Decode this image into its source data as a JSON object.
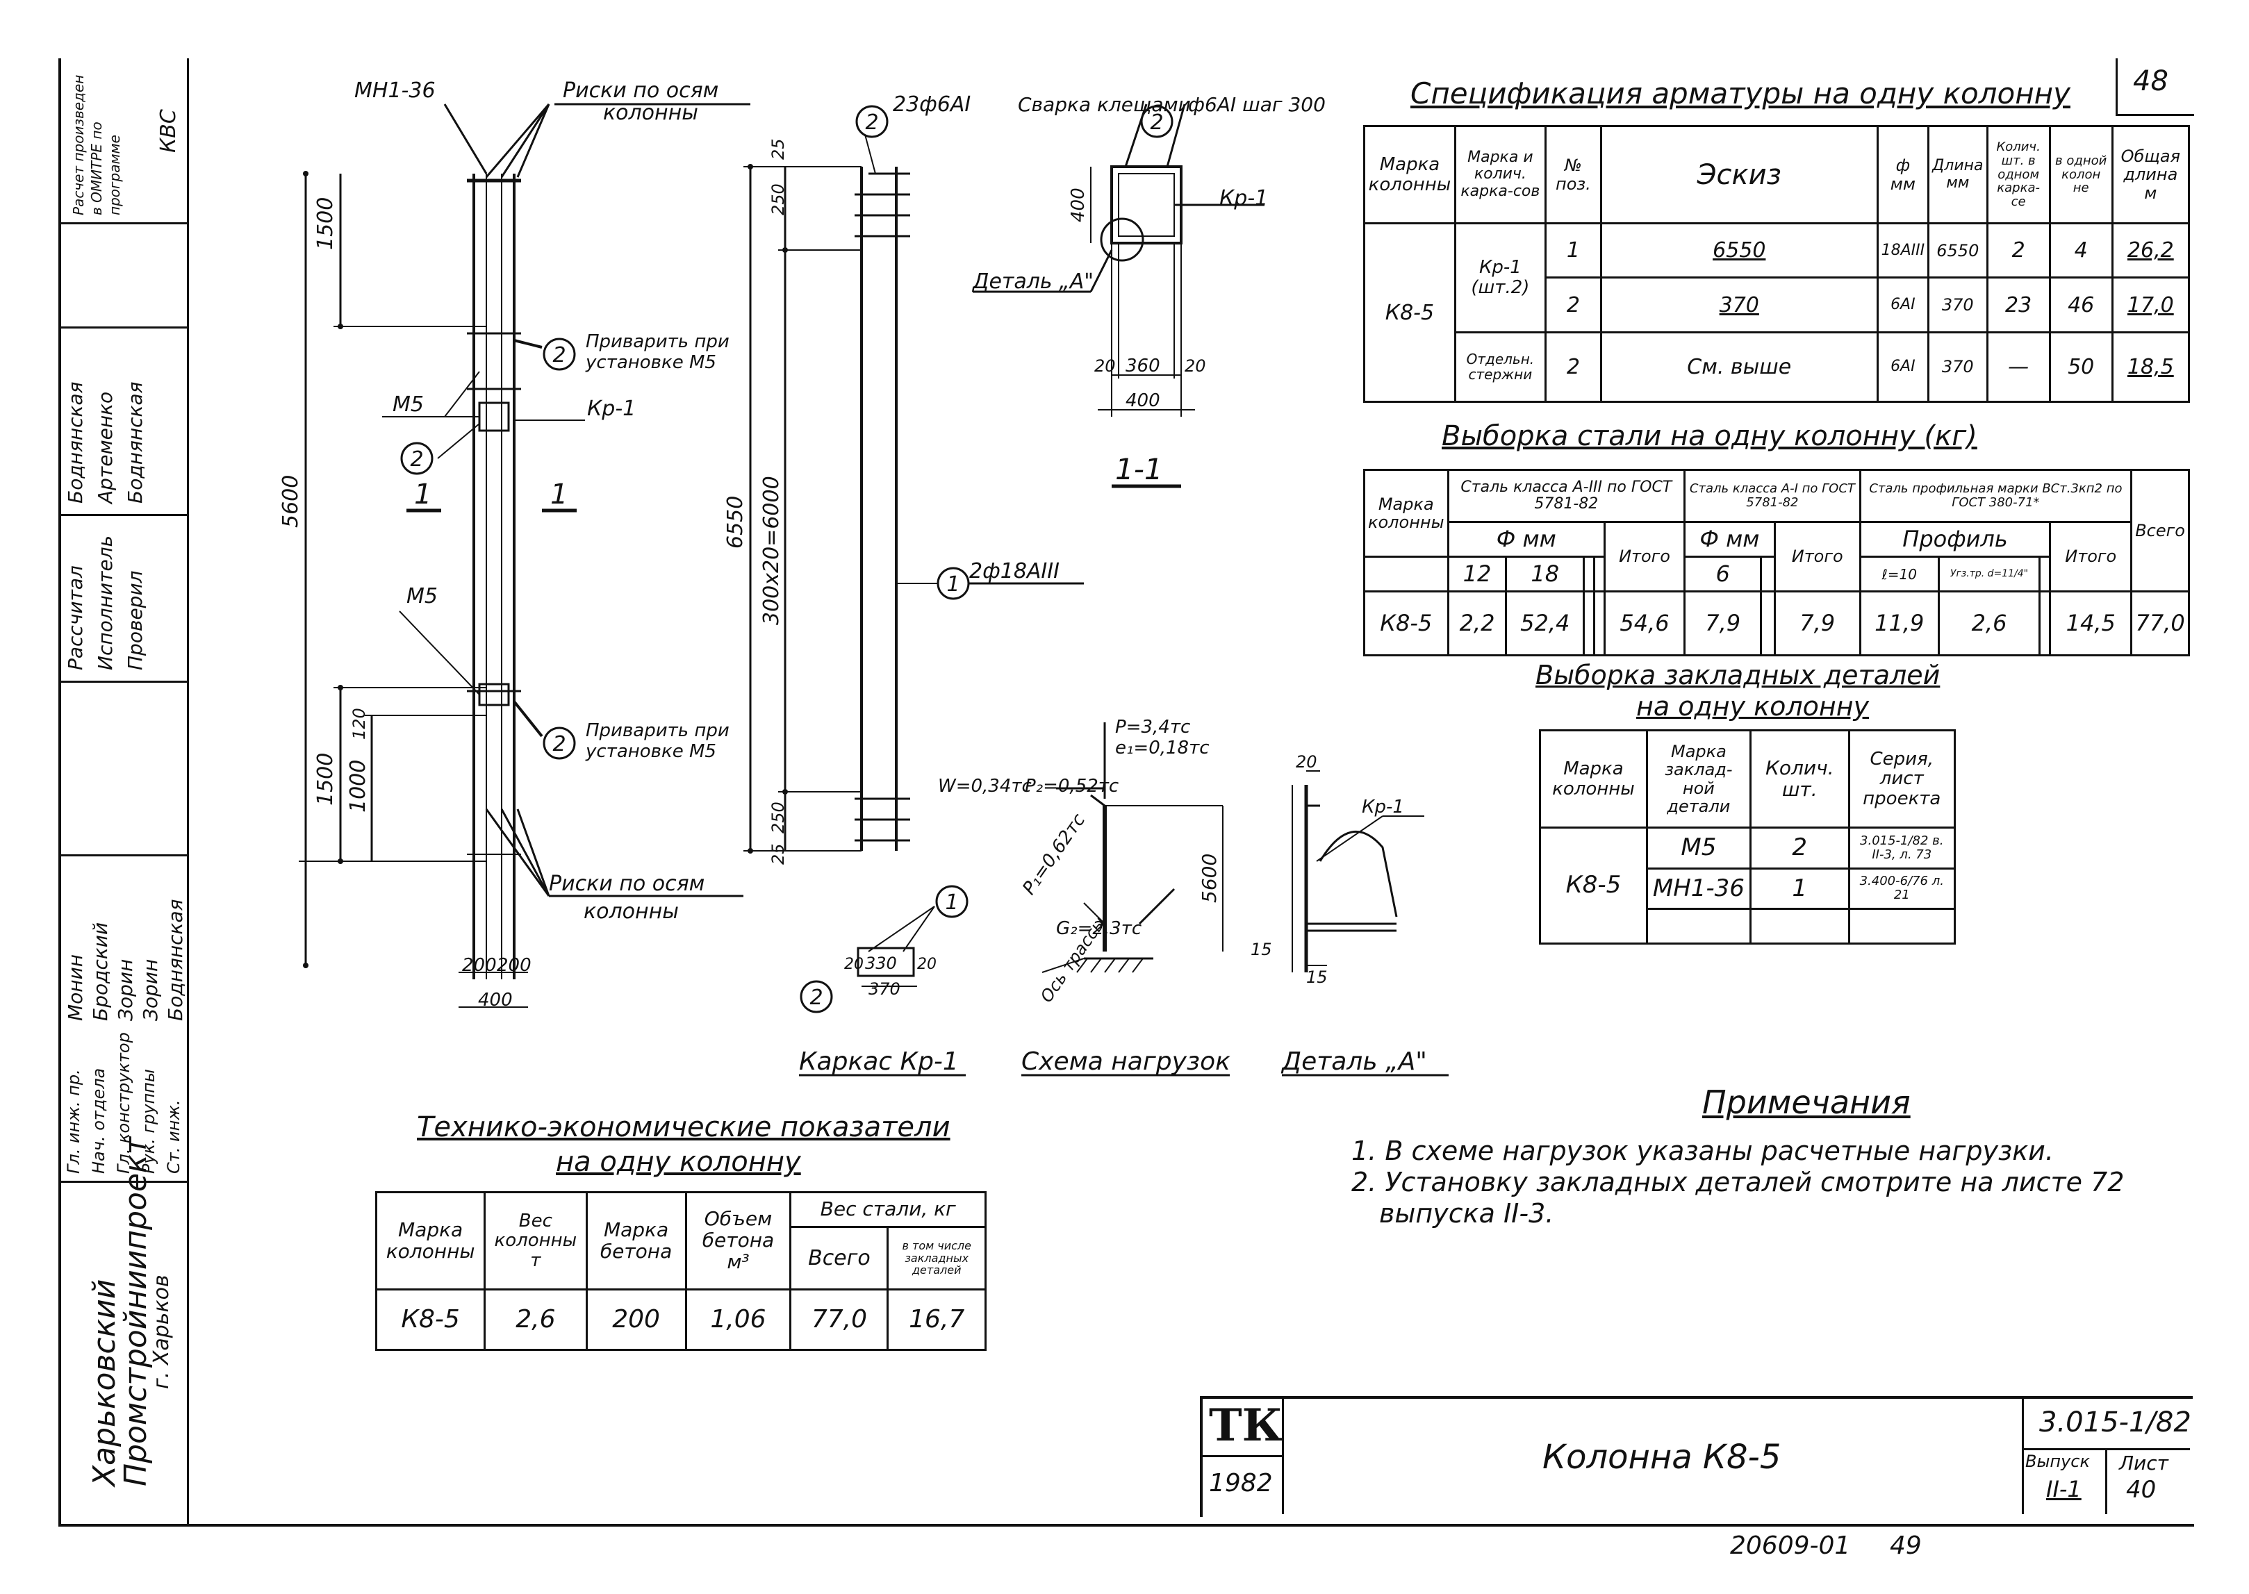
{
  "sheet_no": "48",
  "spec_rebar": {
    "title": "Спецификация арматуры на одну колонну",
    "headers": [
      "Марка колонны",
      "Марка и колич. карка-сов",
      "№ поз.",
      "Эскиз",
      "ф мм",
      "Длина мм",
      "Колич. шт. в одном карка-се",
      "в одной колон не",
      "Общая длина м"
    ],
    "mark": "К8-5",
    "cage": "Кр-1 (шт.2)",
    "separate": "Отдельн. стержни",
    "rows": [
      {
        "pos": "1",
        "sketch": "6550",
        "d": "18AIII",
        "len": "6550",
        "q1": "2",
        "q2": "4",
        "total": "26,2"
      },
      {
        "pos": "2",
        "sketch": "370",
        "d": "6AI",
        "len": "370",
        "q1": "23",
        "q2": "46",
        "total": "17,0"
      },
      {
        "pos": "2",
        "sketch": "См. выше",
        "d": "6AI",
        "len": "370",
        "q1": "—",
        "q2": "50",
        "total": "18,5"
      }
    ]
  },
  "steel": {
    "title": "Выборка стали на одну колонну (кг)",
    "h_mark": "Марка колонны",
    "h_a3": "Сталь класса А-III по ГОСТ 5781-82",
    "h_a1": "Сталь класса А-I по ГОСТ 5781-82",
    "h_prof": "Сталь профильная марки ВСт.3кп2 по ГОСТ 380-71*",
    "h_fmm": "Ф мм",
    "h_prof2": "Профиль",
    "h_itogo": "Итого",
    "h_vsego": "Всего",
    "h_12": "12",
    "h_18": "18",
    "h_6": "6",
    "h_l10": "ℓ=10",
    "h_pr2": "Угз.тр. d=11/4\"",
    "row": {
      "mark": "К8-5",
      "v12": "2,2",
      "v18": "52,4",
      "it1": "54,6",
      "v6": "7,9",
      "it2": "7,9",
      "p1": "11,9",
      "p2": "2,6",
      "it3": "14,5",
      "all": "77,0"
    }
  },
  "embedded": {
    "title1": "Выборка закладных деталей",
    "title2": "на одну колонну",
    "headers": [
      "Марка колонны",
      "Марка заклад-ной детали",
      "Колич. шт.",
      "Серия, лист проекта"
    ],
    "mark": "К8-5",
    "rows": [
      {
        "detail": "М5",
        "qty": "2",
        "series": "3.015-1/82 в. II-3, л. 73"
      },
      {
        "detail": "МН1-36",
        "qty": "1",
        "series": "3.400-6/76 л. 21"
      }
    ]
  },
  "tep": {
    "title1": "Технико-экономические показатели",
    "title2": "на одну колонну",
    "headers": [
      "Марка колонны",
      "Вес колонны т",
      "Марка бетона",
      "Объем бетона м³",
      "Вес стали, кг",
      "Всего",
      "в том числе закладных деталей"
    ],
    "row": {
      "mark": "К8-5",
      "weight": "2,6",
      "grade": "200",
      "volume": "1,06",
      "steel": "77,0",
      "embedded": "16,7"
    }
  },
  "notes": {
    "title": "Примечания",
    "lines": [
      "1. В схеме нагрузок указаны расчетные нагрузки.",
      "2. Установку закладных деталей смотрите на листе 72",
      "выпуска II-3."
    ]
  },
  "drawing": {
    "mn": "МН1-36",
    "riski": "Риски по осям",
    "kolonny": "колонны",
    "weld1": "Приварить при",
    "weld2": "установке М5",
    "m5": "М5",
    "kr1": "Кр-1",
    "c2": "2",
    "c1": "1",
    "dim1500": "1500",
    "dim5600": "5600",
    "dim1000": "1000",
    "dim120": "120",
    "dim200": "200",
    "dim400": "400",
    "sec_1": "1",
    "cage_top": "23ф6АI",
    "dim6550": "6550",
    "dim300x20": "300х20=6000",
    "dim25": "25",
    "dim250": "250",
    "rebar1": "2ф18АIII",
    "weld_clamp": "Сварка клещами",
    "pitch": "ф6АI шаг 300",
    "detA": "Деталь „А\"",
    "dim360": "360",
    "dim20": "20",
    "sec11": "1-1",
    "stirrup330": "330",
    "stirrup370": "370",
    "load_W": "W=0,34тс",
    "load_P2": "P₂=0,52тс",
    "load_P": "P=3,4тс",
    "load_e1": "e₁=0,18тс",
    "load_P1": "P₁=0,62тс",
    "load_G": "G₂=2,3тс",
    "axis": "Ось трассы",
    "dim15": "15",
    "cap_cage": "Каркас Кр-1",
    "cap_load": "Схема нагрузок",
    "cap_det": "Деталь „А\""
  },
  "stamp": {
    "org1": "Харьковский",
    "org2": "Промстройниипроект",
    "org3": "г. Харьков",
    "tk": "ТК",
    "year": "1982",
    "title": "Колонна К8-5",
    "series": "3.015-1/82",
    "vyp_label": "Выпуск",
    "vyp": "II-1",
    "list_label": "Лист",
    "list": "40",
    "roles": [
      "Гл. инж. пр.",
      "Нач. отдела",
      "Гл. конструктор",
      "Рук. группы",
      "Ст. инж."
    ],
    "names": [
      "Монин",
      "Бродский",
      "Зорин",
      "Зорин",
      "Боднянская"
    ],
    "roles2": [
      "Рассчитал",
      "Исполнитель",
      "Проверил"
    ],
    "names2": [
      "Боднянская",
      "Артеменко",
      "Боднянская"
    ],
    "calc_note": "Расчет произведен в ОМИТРЕ по программе",
    "calc_sign": "КВС"
  },
  "footer": {
    "code": "20609-01",
    "page": "49"
  }
}
